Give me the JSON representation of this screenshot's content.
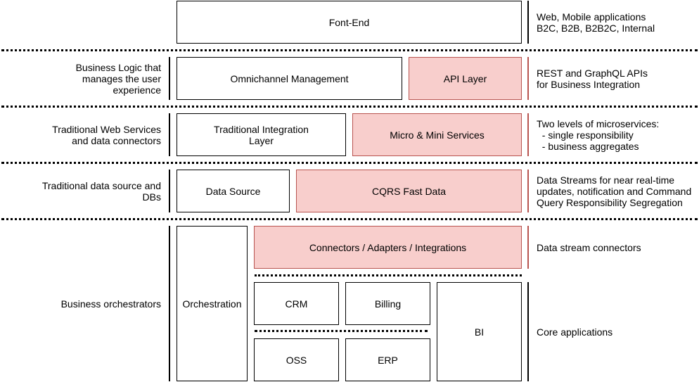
{
  "rows": {
    "frontend": {
      "boxes": {
        "frontend": "Font-End"
      },
      "note": "Web, Mobile applications\nB2C, B2B, B2B2C, Internal"
    },
    "business_logic": {
      "label": "Business Logic that\nmanages the user\nexperience",
      "boxes": {
        "omnichannel": "Omnichannel Management",
        "api_layer": "API Layer"
      },
      "note": "REST and GraphQL APIs\nfor Business Integration"
    },
    "services": {
      "label": "Traditional Web Services\nand data connectors",
      "boxes": {
        "integration": "Traditional Integration\nLayer",
        "micro": "Micro & Mini Services"
      },
      "note": "Two levels of microservices:\n  - single responsibility\n  - business aggregates"
    },
    "data": {
      "label": "Traditional data source and\nDBs",
      "boxes": {
        "datasource": "Data Source",
        "cqrs": "CQRS Fast Data"
      },
      "note": "Data Streams for near real-time\nupdates, notification and Command\nQuery Responsibility Segregation"
    },
    "orchestration": {
      "label": "Business orchestrators",
      "boxes": {
        "orchestration": "Orchestration",
        "connectors": "Connectors / Adapters / Integrations",
        "crm": "CRM",
        "billing": "Billing",
        "oss": "OSS",
        "erp": "ERP",
        "bi": "BI"
      },
      "connectors_note": "Data stream connectors",
      "core_note": "Core applications"
    }
  },
  "colors": {
    "highlight_fill": "#f8cecc",
    "highlight_stroke": "#b85450"
  }
}
